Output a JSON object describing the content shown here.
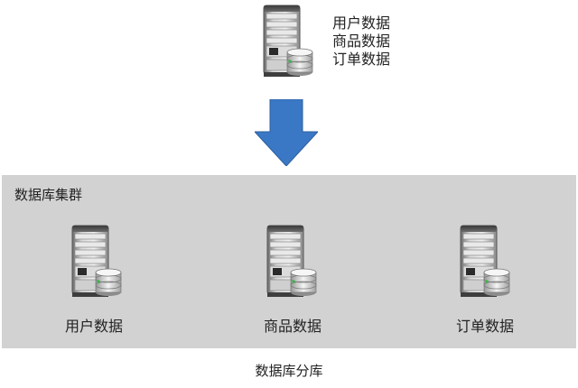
{
  "source": {
    "items": [
      "用户数据",
      "商品数据",
      "订单数据"
    ]
  },
  "cluster": {
    "title": "数据库集群",
    "nodes": [
      {
        "label": "用户数据"
      },
      {
        "label": "商品数据"
      },
      {
        "label": "订单数据"
      }
    ]
  },
  "caption": "数据库分库",
  "colors": {
    "arrow": "#3a78c5",
    "cluster_bg": "#d2d2d2",
    "disk_accent": "#39b54a"
  },
  "icons": {
    "server": "database-server-icon",
    "arrow": "arrow-down-icon"
  }
}
